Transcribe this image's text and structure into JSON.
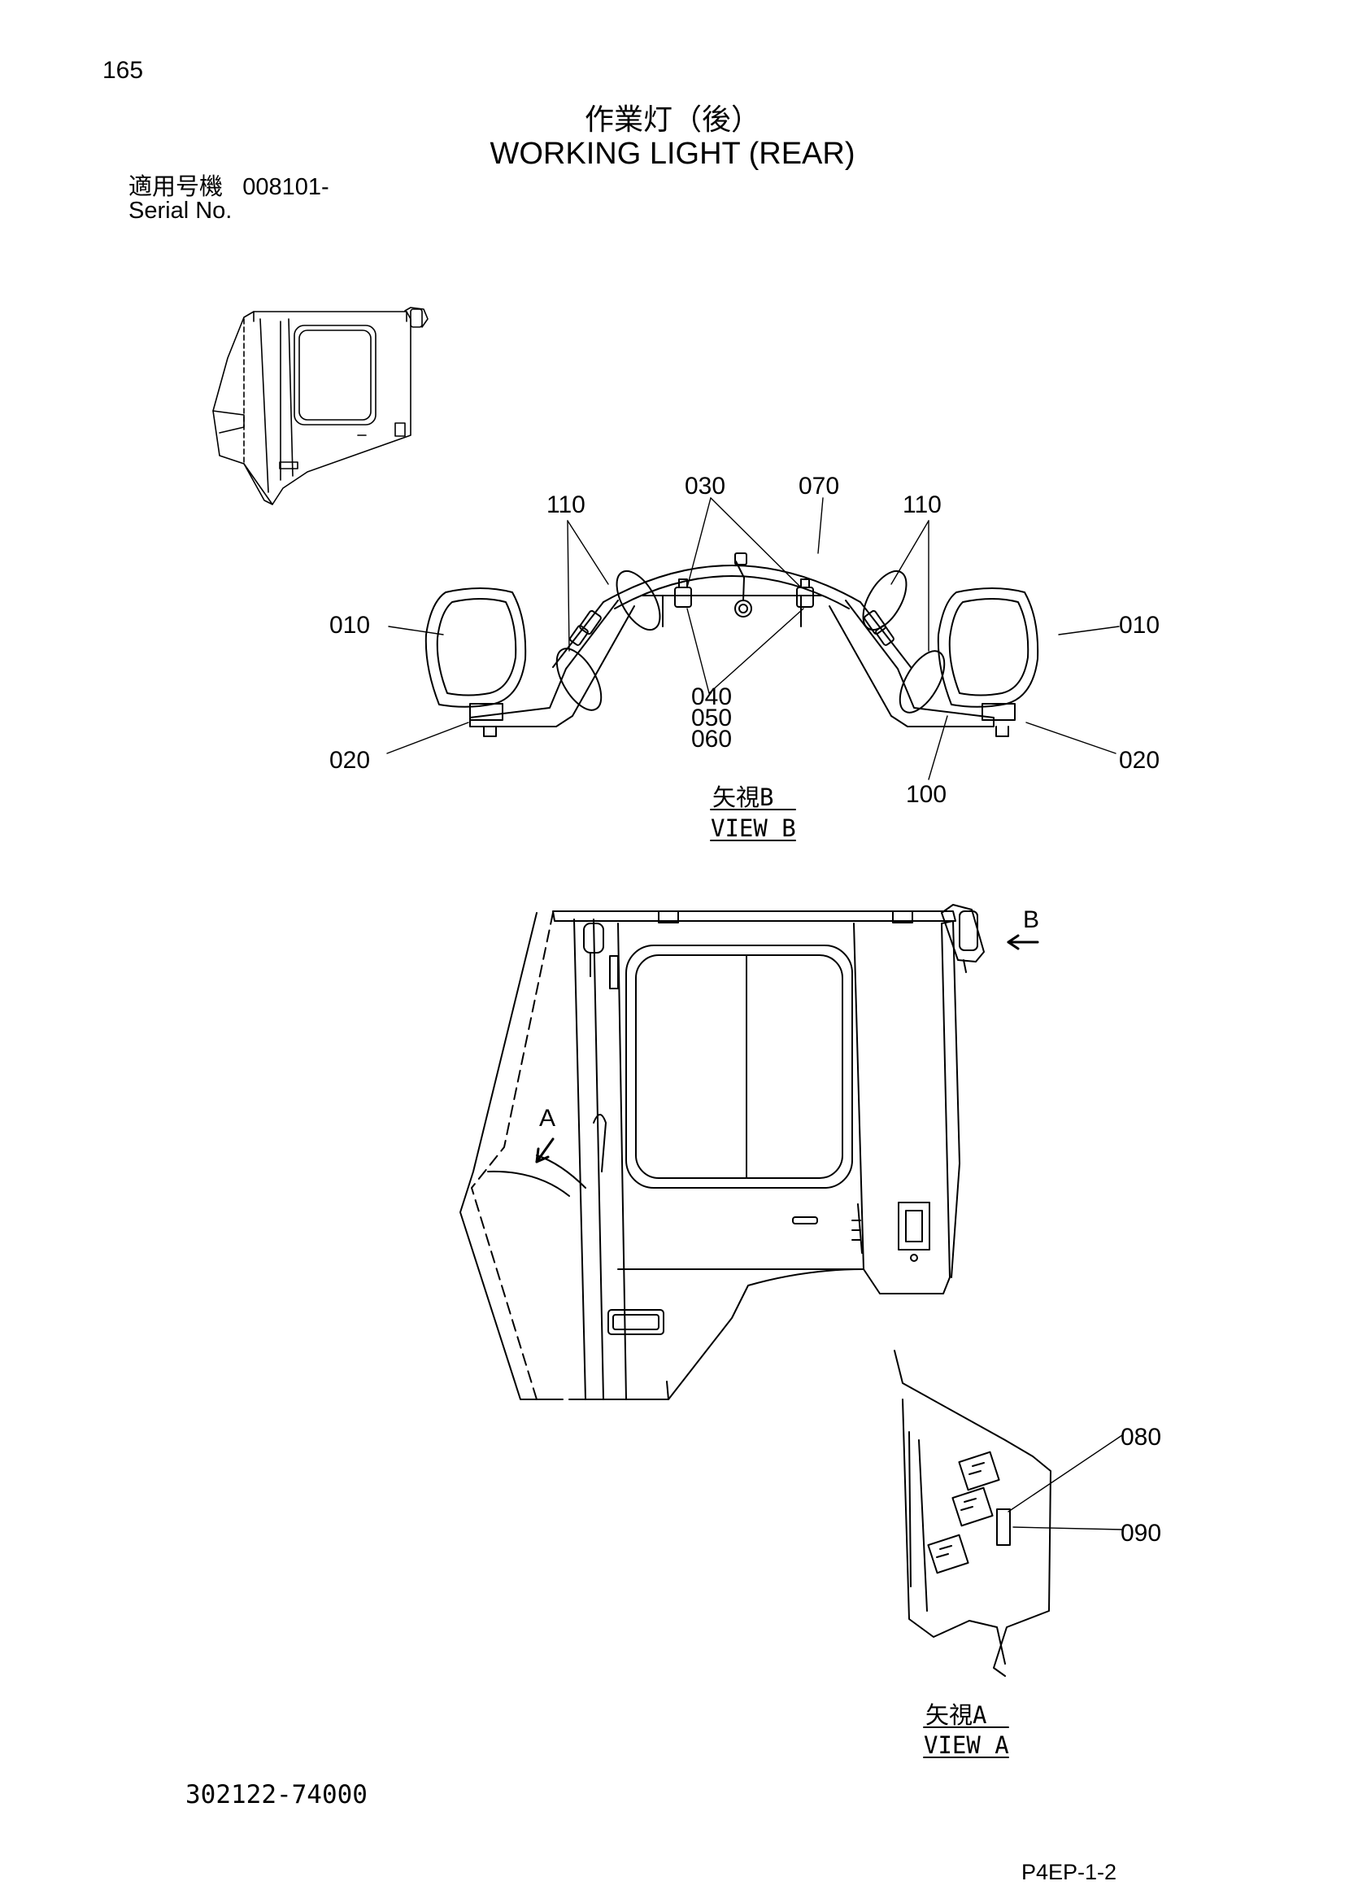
{
  "page_number": "165",
  "title": {
    "jp": "作業灯（後）",
    "en": "WORKING LIGHT (REAR)"
  },
  "serial": {
    "jp_label": "適用号機",
    "value": "008101-",
    "en_label": "Serial No."
  },
  "parts": {
    "p010": "010",
    "p020": "020",
    "p030": "030",
    "p040": "040",
    "p050": "050",
    "p060": "060",
    "p070": "070",
    "p080": "080",
    "p090": "090",
    "p100": "100",
    "p110": "110"
  },
  "view_b": {
    "jp": "矢視B",
    "en": "VIEW B",
    "arrow_label": "B"
  },
  "view_a": {
    "jp": "矢視A",
    "en": "VIEW A",
    "arrow_label": "A"
  },
  "document_number": "302122-74000",
  "page_code": "P4EP-1-2"
}
